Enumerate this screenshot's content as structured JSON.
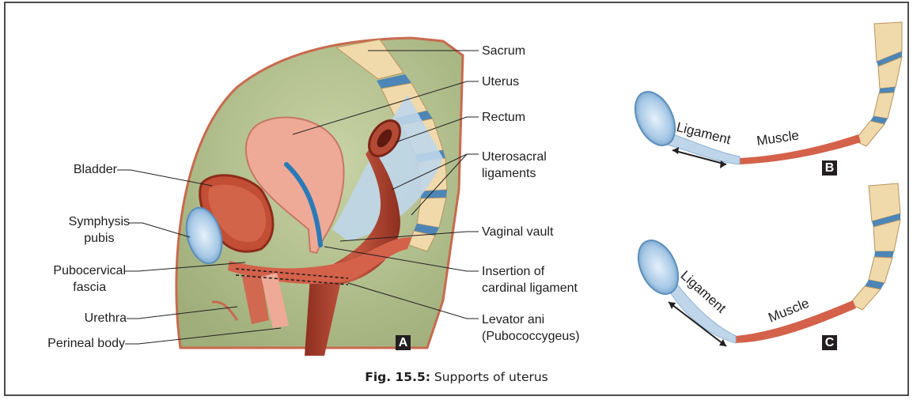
{
  "figure": {
    "left_labels": [
      {
        "id": "bladder",
        "text": "Bladder"
      },
      {
        "id": "symphysis",
        "text": "Symphysis\npubis"
      },
      {
        "id": "pubocervical",
        "text": "Pubocervical\nfascia"
      },
      {
        "id": "urethra",
        "text": "Urethra"
      },
      {
        "id": "perineal",
        "text": "Perineal body"
      }
    ],
    "right_labels": [
      {
        "id": "sacrum",
        "text": "Sacrum"
      },
      {
        "id": "uterus",
        "text": "Uterus"
      },
      {
        "id": "rectum",
        "text": "Rectum"
      },
      {
        "id": "uterosacral",
        "text": "Uterosacral\nligaments"
      },
      {
        "id": "vaginal_vault",
        "text": "Vaginal vault"
      },
      {
        "id": "cardinal",
        "text": "Insertion of\ncardinal ligament"
      },
      {
        "id": "levator",
        "text": "Levator ani\n(Pubococcygeus)"
      }
    ],
    "panel_a": "A",
    "panel_b": {
      "letter": "B",
      "ligament": "Ligament",
      "muscle": "Muscle"
    },
    "panel_c": {
      "letter": "C",
      "ligament": "Ligament",
      "muscle": "Muscle"
    },
    "caption": {
      "prefix": "Fig. 15.5:",
      "text": " Supports of uterus"
    },
    "colors": {
      "pelvis_fill": "#b8c495",
      "uterus": "#eeaa97",
      "muscle": "#d4614a",
      "rectum": "#a53f2c",
      "bone": "#f0d9ab",
      "disc": "#4d86b6",
      "ligament": "#bfd6ea"
    }
  }
}
